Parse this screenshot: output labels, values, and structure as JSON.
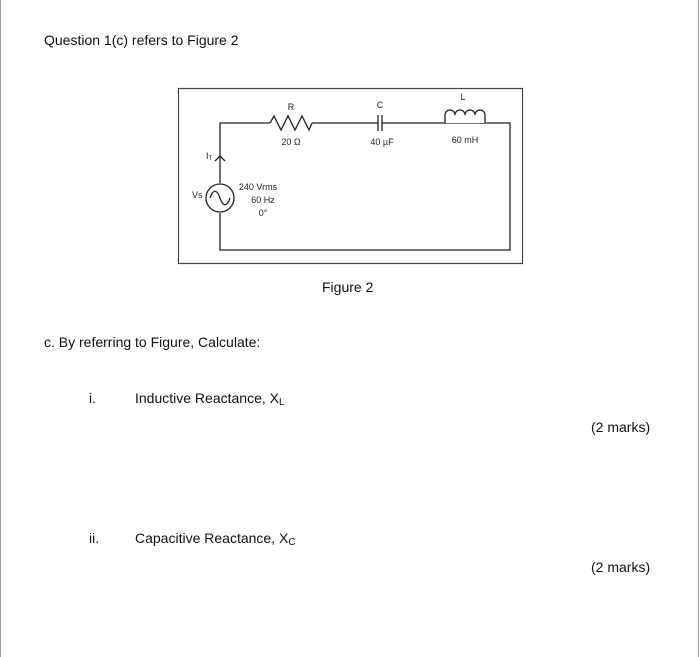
{
  "heading": "Question 1(c) refers to Figure 2",
  "figure": {
    "caption": "Figure 2",
    "resistor": {
      "label": "R",
      "value": "20 Ω"
    },
    "capacitor": {
      "label": "C",
      "value": "40 µF"
    },
    "inductor": {
      "label": "L",
      "value": "60 mH"
    },
    "current_label": "I",
    "current_sub": "T",
    "source": {
      "label": "Vs",
      "voltage": "240 Vrms",
      "frequency": "60 Hz",
      "phase": "0°"
    }
  },
  "part_c": "c. By referring to Figure, Calculate:",
  "items": [
    {
      "num": "i.",
      "text": "Inductive Reactance, X",
      "sub": "L",
      "marks": "(2 marks)"
    },
    {
      "num": "ii.",
      "text": "Capacitive Reactance, X",
      "sub": "C",
      "marks": "(2 marks)"
    }
  ]
}
